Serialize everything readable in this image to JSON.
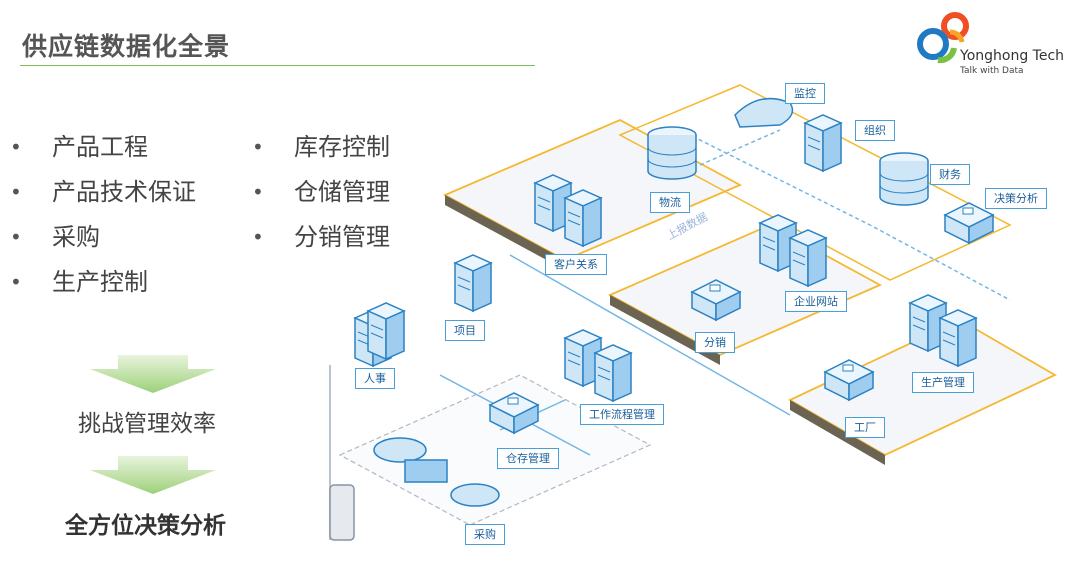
{
  "title": "供应链数据化全景",
  "logo": {
    "name": "Yonghong Tech",
    "tagline": "Talk with Data"
  },
  "bullets_left": [
    "产品工程",
    "产品技术保证",
    "采购",
    "生产控制"
  ],
  "bullets_right": [
    "库存控制",
    "仓储管理",
    "分销管理"
  ],
  "challenge": "挑战管理效率",
  "decision": "全方位决策分析",
  "labels": {
    "monitor": "监控",
    "org": "组织",
    "finance": "财务",
    "decision": "决策分析",
    "logistics": "物流",
    "crm": "客户关系",
    "website": "企业网站",
    "project": "项目",
    "distribution": "分销",
    "hr": "人事",
    "production": "生产管理",
    "workflow": "工作流程管理",
    "factory": "工厂",
    "inventory": "仓存管理",
    "purchase": "采购"
  },
  "watermark": "上报数据",
  "colors": {
    "accent": "#f5b82e",
    "blue": "#4a9fd8",
    "green": "#7fbf5a"
  }
}
